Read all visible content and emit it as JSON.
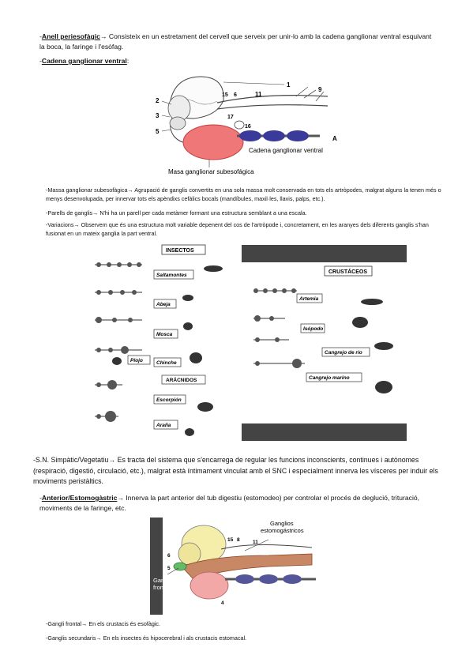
{
  "anell": {
    "term": "Anell periesofàgic",
    "arrow": "→",
    "text": " Consisteix en un estretament del cervell que serveix per unir-lo amb la cadena ganglionar ventral esquivant la boca, la faringe i l'esòfag."
  },
  "cadena": {
    "term": "Cadena ganglionar ventral",
    "colon": ":"
  },
  "fig1": {
    "label_ventral": "Cadena ganglionar ventral",
    "label_masa": "Masa ganglionar subesofágica",
    "label_a": "A",
    "numbers": [
      "1",
      "2",
      "3",
      "5",
      "9",
      "11",
      "15",
      "6",
      "17",
      "16"
    ]
  },
  "list1": [
    {
      "term": "-Massa ganglionar subesofàgica",
      "arrow": "→",
      "text": " Agrupació de ganglis convertits en una sola massa molt conservada en tots els artròpodes, malgrat alguns la tenen més o menys desenvolupada, per innervar tots els apèndixs cefàlics bocals (mandíbules, maxil·les, llavis, palps, etc.)."
    },
    {
      "term": "-Parells de ganglis",
      "arrow": "→",
      "text": " N'hi ha un parell per cada metàmer formant una estructura semblant a una escala."
    },
    {
      "term": "-Variacions",
      "arrow": "→",
      "text": " Observem que és una estructura molt variable depenent del cos de l'artròpode i, concretament, en les aranyes dels diferents ganglis s'han fusionat en un mateix ganglia la part ventral."
    }
  ],
  "insectos": {
    "title": "INSECTOS",
    "labels": [
      "Saltamontes",
      "Abeja",
      "Mosca",
      "Piojo",
      "Chinche"
    ],
    "arac_title": "ARÁCNIDOS",
    "arac_labels": [
      "Escorpión",
      "Araña"
    ]
  },
  "crustaceos": {
    "title": "CRUSTÁCEOS",
    "labels": [
      "Artemia",
      "Isópodo",
      "Cangrejo de río",
      "Cangrejo marino"
    ]
  },
  "sn": {
    "term": "-S.N. Simpàtic/Vegetatiu",
    "arrow": "→",
    "text": " Es tracta del sistema que s'encarrega de regular les funcions inconscients, continues i autònomes (respiració, digestió, circulació, etc.), malgrat està íntimament vinculat amb el SNC i especialment innerva les vísceres per induir els moviments peristàltics."
  },
  "anterior": {
    "term": "Anterior/Estomogàstric",
    "arrow": "→",
    "text": " Innerva la part anterior del tub digestiu (estomodeo) per controlar el procés de deglució, trituració, moviments de la faringe, etc."
  },
  "fig2": {
    "label_ganglios": "Ganglios",
    "label_estomo": "estomogástricos",
    "label_ganglio": "Ganglio",
    "label_frontal": "frontal",
    "numbers": [
      "15",
      "8",
      "11",
      "6",
      "5",
      "4"
    ]
  },
  "list2": [
    {
      "term": "-Gangli frontal",
      "arrow": "→",
      "text": " En els crustacis és esofàgic."
    },
    {
      "term": "-Ganglis secundaris",
      "arrow": "→",
      "text": " En els insectes és hipocerebral i als crustacis estomacal."
    }
  ]
}
